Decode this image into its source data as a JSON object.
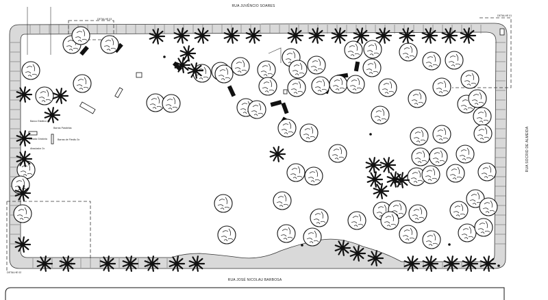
{
  "streets": {
    "top": "RUA JUVÊNCIO SOARES",
    "bottom": "RUA JOSÉ NICOLAU BARBOSA",
    "right": "RUA SOCRID DE ALMEIDA"
  },
  "details": {
    "top_left": "DETALHE 03",
    "top_right": "DETALHE 01",
    "bottom_left": "DETALHE 02"
  },
  "playground_labels": [
    "Banco Estático 2x",
    "Barras Paralelas",
    "Escada Giratória",
    "Barras de Flexão 3x",
    "Abaulador 2x"
  ]
}
